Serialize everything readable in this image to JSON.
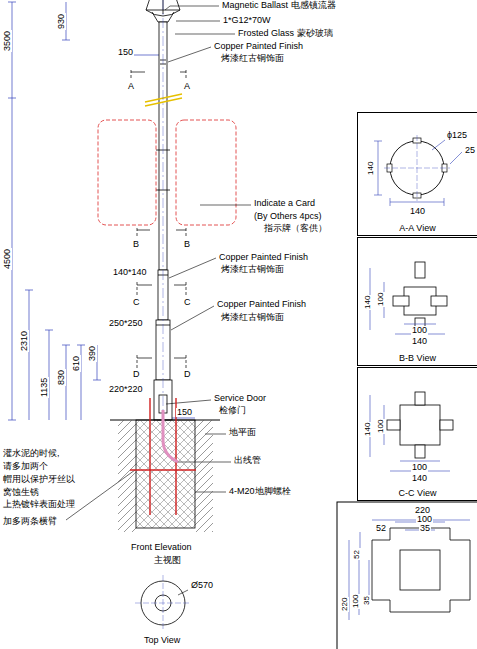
{
  "diagram": {
    "nodes": [
      {
        "text": [
          "A-A View"
        ]
      },
      {
        "text": [
          "B-B View"
        ]
      },
      {
        "text": [
          "C-C View"
        ]
      }
    ],
    "labels": [
      "Magnetic Ballast 电感镇流器",
      "1*G12*70W",
      "Frosted Glass 蒙砂玻璃",
      "Copper Painted Finish",
      "烤漆红古铜饰面",
      "3500",
      "930",
      "150",
      "A",
      "A",
      "Indicate a Card",
      "(By Others 4pcs)",
      "指示牌（客供）",
      "B",
      "B",
      "4500",
      "Copper Painted Finish",
      "烤漆红古铜饰面",
      "140*140",
      "C",
      "C",
      "Copper Painted Finish",
      "烤漆红古铜饰面",
      "250*250",
      "2310",
      "610",
      "390",
      "D",
      "D",
      "830",
      "1135",
      "220*220",
      "Service Door",
      "检修门",
      "150",
      "地平面",
      "出线管",
      "4-M20地脚螺栓",
      "灌水泥的时候,",
      "请多加两个",
      "帽用以保护牙丝以",
      "窝蚀生锈",
      "上热镀锌表面处理",
      "加多两条横臂",
      "Front Elevation",
      "主视图",
      "Ø570",
      "Top View",
      "ϕ125",
      "25",
      "140",
      "140",
      "140",
      "100",
      "100",
      "140",
      "140",
      "100",
      "100",
      "140",
      "220",
      "100",
      "35",
      "52",
      "52",
      "220",
      "100",
      "35"
    ]
  }
}
